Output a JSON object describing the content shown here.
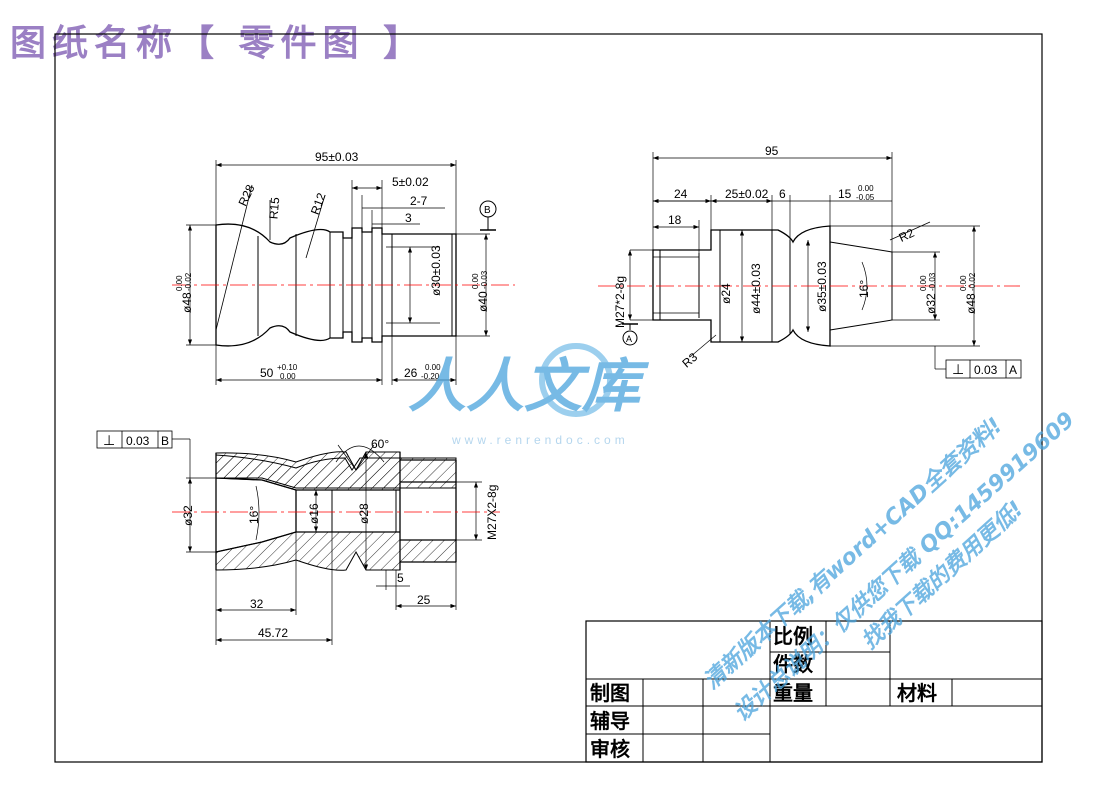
{
  "title": "图纸名称【 零件图 】",
  "colors": {
    "title": "#9b80c4",
    "centerline": "#ff0000",
    "watermark": "#4aa3dc"
  },
  "drawing1": {
    "d_overall": "95±0.03",
    "d_r28": "R28",
    "d_r15": "R15",
    "d_r12": "R12",
    "d_5": "5±0.02",
    "d_27": "2-7",
    "d_3": "3",
    "d_phi48": "ø48",
    "d_phi48_tol_up": "0.00",
    "d_phi48_tol_dn": "-0.02",
    "d_phi30": "ø30±0.03",
    "d_phi40": "ø40",
    "d_phi40_tol_up": "0.00",
    "d_phi40_tol_dn": "-0.03",
    "d_50": "50",
    "d_50_tol_up": "+0.10",
    "d_50_tol_dn": "0.00",
    "d_26": "26",
    "d_26_tol_up": "0.00",
    "d_26_tol_dn": "-0.20",
    "datum": "B"
  },
  "drawing2": {
    "d_95": "95",
    "d_24": "24",
    "d_25": "25±0.02",
    "d_6": "6",
    "d_15": "15",
    "d_15_tol_up": "0.00",
    "d_15_tol_dn": "-0.05",
    "d_18": "18",
    "d_r2": "R2",
    "d_r3": "R3",
    "d_m27": "M27*2-8g",
    "d_phi24": "ø24",
    "d_phi44": "ø44±0.03",
    "d_phi35": "ø35±0.03",
    "d_16": "16°",
    "d_phi32": "ø32",
    "d_phi32_tol_up": "0.00",
    "d_phi32_tol_dn": "-0.03",
    "d_phi48": "ø48",
    "d_phi48_tol_up": "0.00",
    "d_phi48_tol_dn": "-0.02",
    "datum": "A",
    "gtol": {
      "symbol": "⊥",
      "value": "0.03",
      "datum": "A"
    }
  },
  "drawing3": {
    "gtol": {
      "symbol": "⊥",
      "value": "0.03",
      "datum": "B"
    },
    "d_60": "60°",
    "d_phi32": "ø32",
    "d_16deg": "16°",
    "d_phi16": "ø16",
    "d_phi28": "ø28",
    "d_m27": "M27X2-8g",
    "d_5": "5",
    "d_25": "25",
    "d_32": "32",
    "d_4572": "45.72"
  },
  "titleblock": {
    "scale": "比例",
    "count": "件数",
    "weight": "重量",
    "material": "材料",
    "drawn": "制图",
    "guide": "辅导",
    "review": "审核"
  },
  "watermark": {
    "logo": "人人文库",
    "url": "www.renrendoc.com",
    "line1": "清新版本下载,有word+CAD全套资料!",
    "line2": "设计总说明：仅供您下载 QQ:1459919609",
    "line3": "找我下载的费用更低!"
  }
}
